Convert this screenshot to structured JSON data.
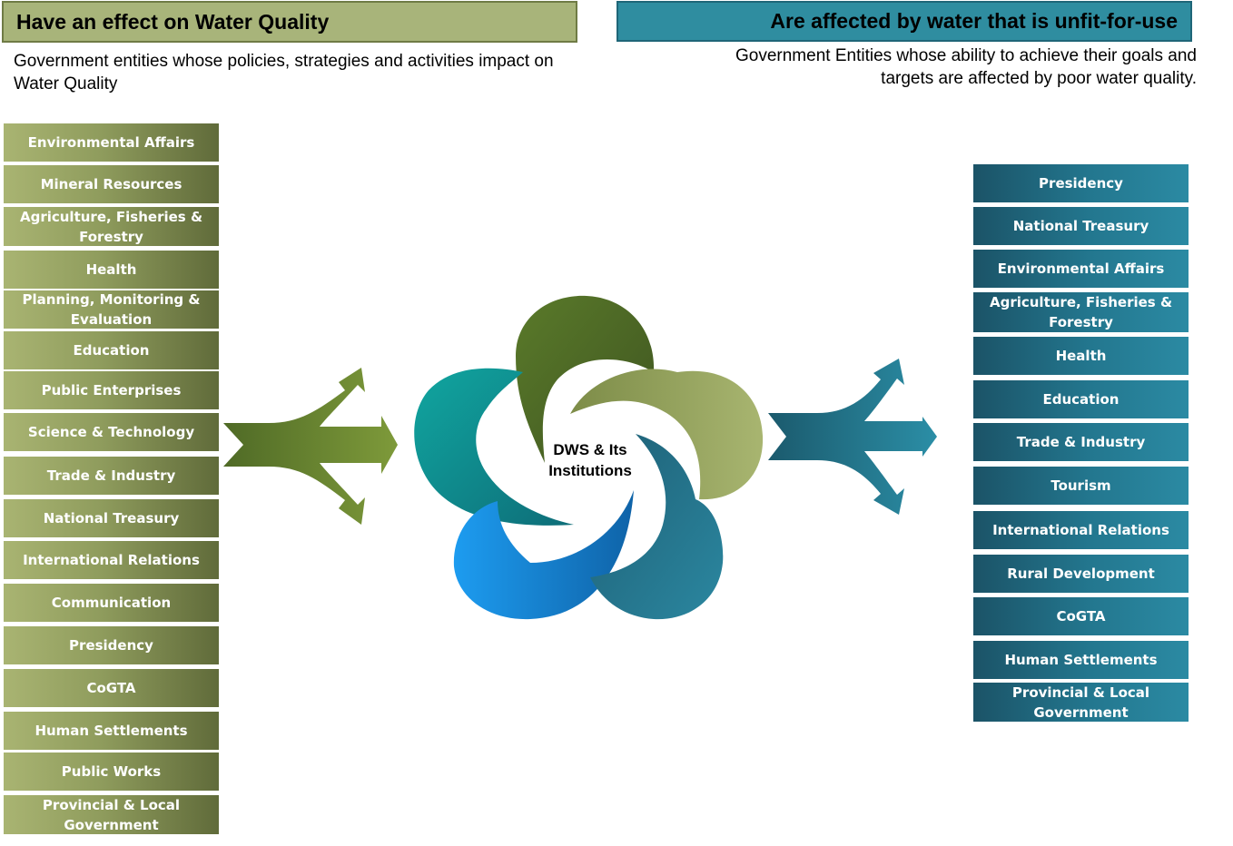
{
  "left_header": "Have an effect on Water Quality",
  "left_description": "Government entities whose policies, strategies and activities impact on Water Quality",
  "right_header": "Are affected by water that is unfit-for-use",
  "right_description": "Government Entities whose ability to achieve their goals and targets are affected by poor water quality.",
  "center_label": "DWS & Its Institutions",
  "left_items": [
    "Environmental Affairs",
    "Mineral Resources",
    "Agriculture, Fisheries & Forestry",
    "Health",
    "Planning, Monitoring & Evaluation",
    "Education",
    "Public Enterprises",
    "Science & Technology",
    "Trade & Industry",
    "National Treasury",
    "International Relations",
    "Communication",
    "Presidency",
    "CoGTA",
    "Human Settlements",
    "Public Works",
    "Provincial & Local Government"
  ],
  "right_items": [
    "Presidency",
    "National Treasury",
    "Environmental Affairs",
    "Agriculture, Fisheries & Forestry",
    "Health",
    "Education",
    "Trade & Industry",
    "Tourism",
    "International Relations",
    "Rural Development",
    "CoGTA",
    "Human Settlements",
    "Provincial & Local Government"
  ],
  "colors": {
    "left_green": "#a8b47a",
    "right_teal": "#2f8da0",
    "dark_green": "#4f6a26",
    "teal": "#0f9a9a",
    "blue": "#1a8fe0",
    "petrol": "#1f6d86",
    "olive": "#9aaa60"
  }
}
